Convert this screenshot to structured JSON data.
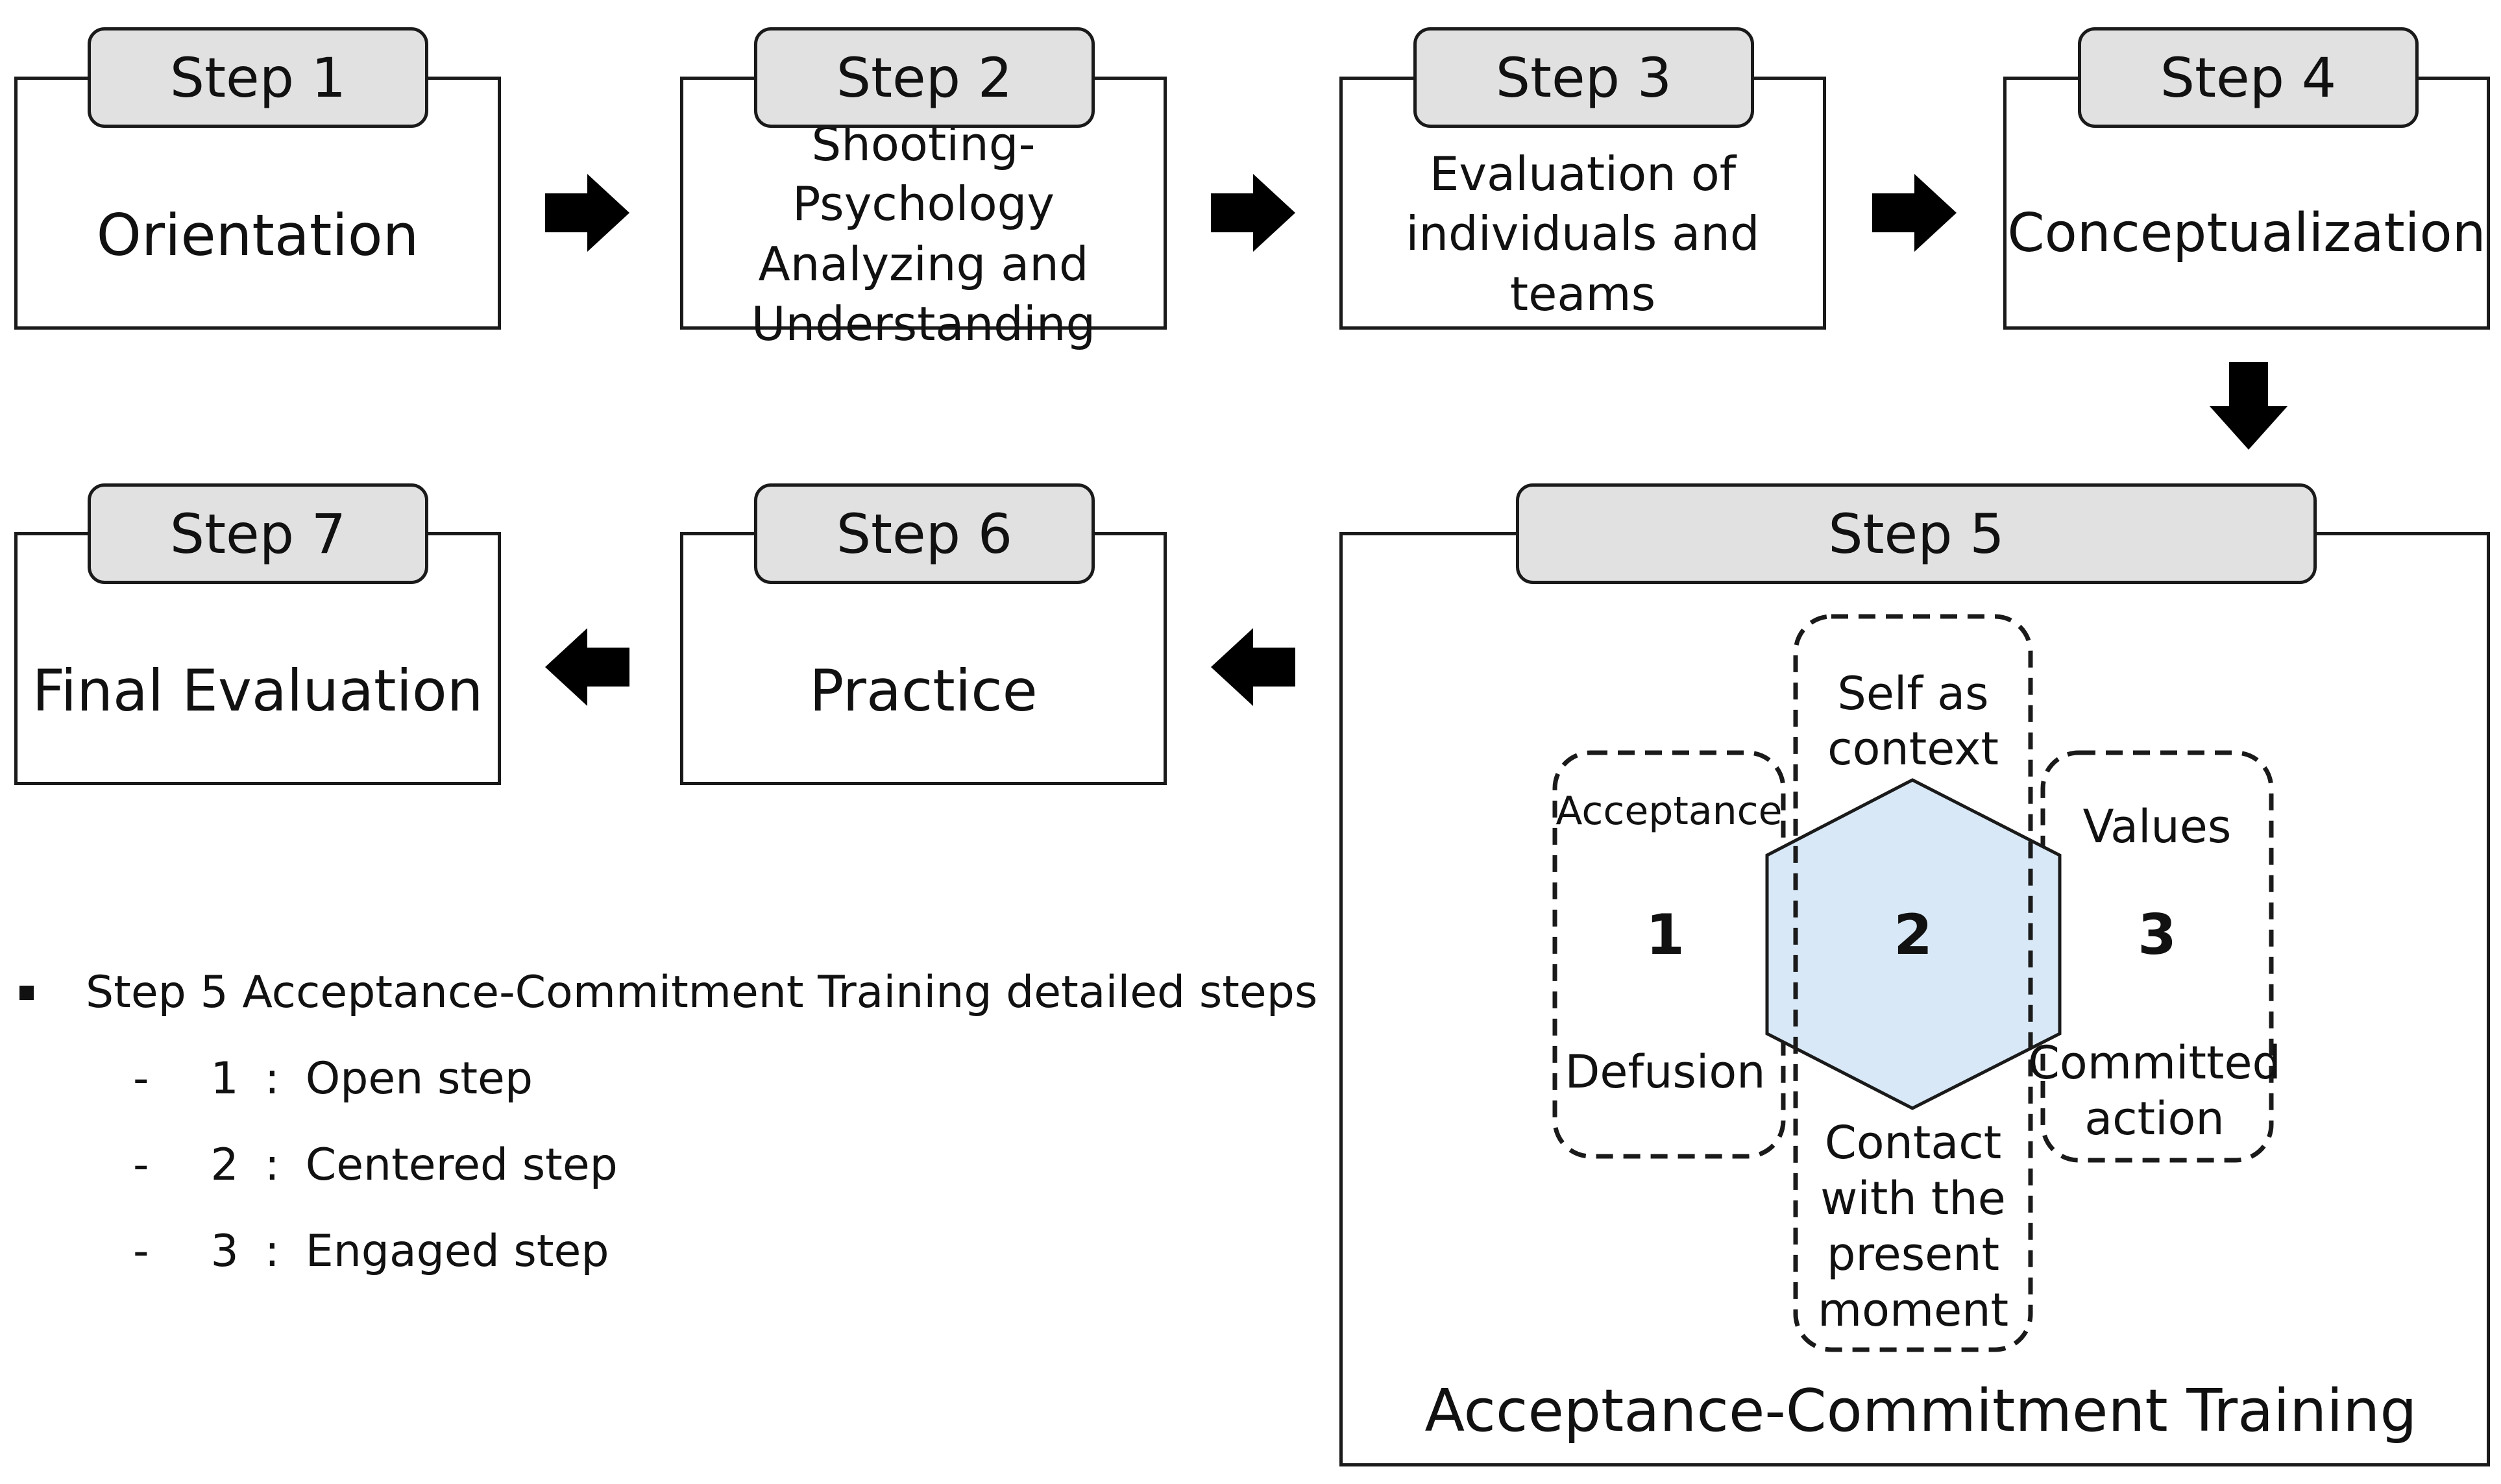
{
  "row1": [
    {
      "step": "Step 1",
      "title": "Orientation"
    },
    {
      "step": "Step 2",
      "title": "Shooting-Psychology\nAnalyzing and\nUnderstanding"
    },
    {
      "step": "Step 3",
      "title": "Evaluation of\nindividuals and teams"
    },
    {
      "step": "Step 4",
      "title": "Conceptualization"
    }
  ],
  "row2": [
    {
      "step": "Step 7",
      "title": "Final Evaluation"
    },
    {
      "step": "Step 6",
      "title": "Practice"
    }
  ],
  "step5": {
    "step": "Step 5",
    "caption": "Acceptance-Commitment Training",
    "left": {
      "top": "Acceptance",
      "number": "1",
      "bottom": "Defusion"
    },
    "center": {
      "top_1": "Self as",
      "top_2": "context",
      "number": "2",
      "bottom_1": "Contact",
      "bottom_2": "with the",
      "bottom_3": "present",
      "bottom_4": "moment"
    },
    "right": {
      "top": "Values",
      "number": "3",
      "bottom_1": "Committed",
      "bottom_2": "action"
    }
  },
  "legend": {
    "heading": "Step 5  Acceptance-Commitment Training detailed steps",
    "items": [
      {
        "dash": "-",
        "num": "1",
        "sep": ":",
        "text": "Open step"
      },
      {
        "dash": "-",
        "num": "2",
        "sep": ":",
        "text": "Centered step"
      },
      {
        "dash": "-",
        "num": "3",
        "sep": ":",
        "text": "Engaged step"
      }
    ]
  },
  "colors": {
    "tab_fill": "#e1e1e1",
    "hexagon_fill": "#d8e8f6",
    "stroke": "#1a1a1a"
  }
}
